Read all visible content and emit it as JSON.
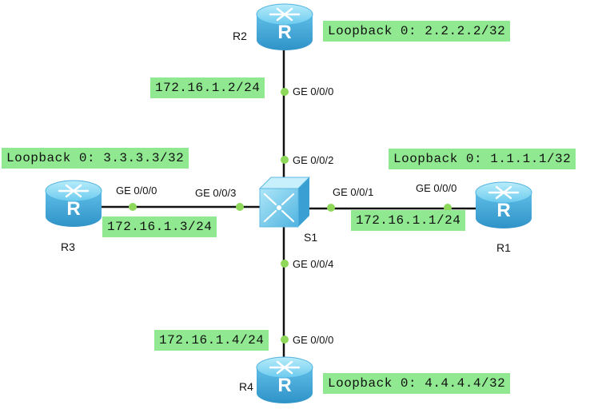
{
  "devices": {
    "r1": {
      "label": "R1",
      "icon": "router-icon"
    },
    "r2": {
      "label": "R2",
      "icon": "router-icon"
    },
    "r3": {
      "label": "R3",
      "icon": "router-icon"
    },
    "r4": {
      "label": "R4",
      "icon": "router-icon"
    },
    "s1": {
      "label": "S1",
      "icon": "switch-icon"
    }
  },
  "loopbacks": {
    "r1": "Loopback 0: 1.1.1.1/32",
    "r2": "Loopback 0: 2.2.2.2/32",
    "r3": "Loopback 0: 3.3.3.3/32",
    "r4": "Loopback 0: 4.4.4.4/32"
  },
  "interface_ips": {
    "r1": "172.16.1.1/24",
    "r2": "172.16.1.2/24",
    "r3": "172.16.1.3/24",
    "r4": "172.16.1.4/24"
  },
  "ports": {
    "r1_ge": "GE 0/0/0",
    "r2_ge": "GE 0/0/0",
    "r3_ge": "GE 0/0/0",
    "r4_ge": "GE 0/0/0",
    "s1_to_r1": "GE 0/0/1",
    "s1_to_r2": "GE 0/0/2",
    "s1_to_r3": "GE 0/0/3",
    "s1_to_r4": "GE 0/0/4"
  },
  "colors": {
    "label_background": "#90e890",
    "link_line": "#111111",
    "port_dot": "#8ed85a",
    "device_blue": "#6ec6ec"
  }
}
